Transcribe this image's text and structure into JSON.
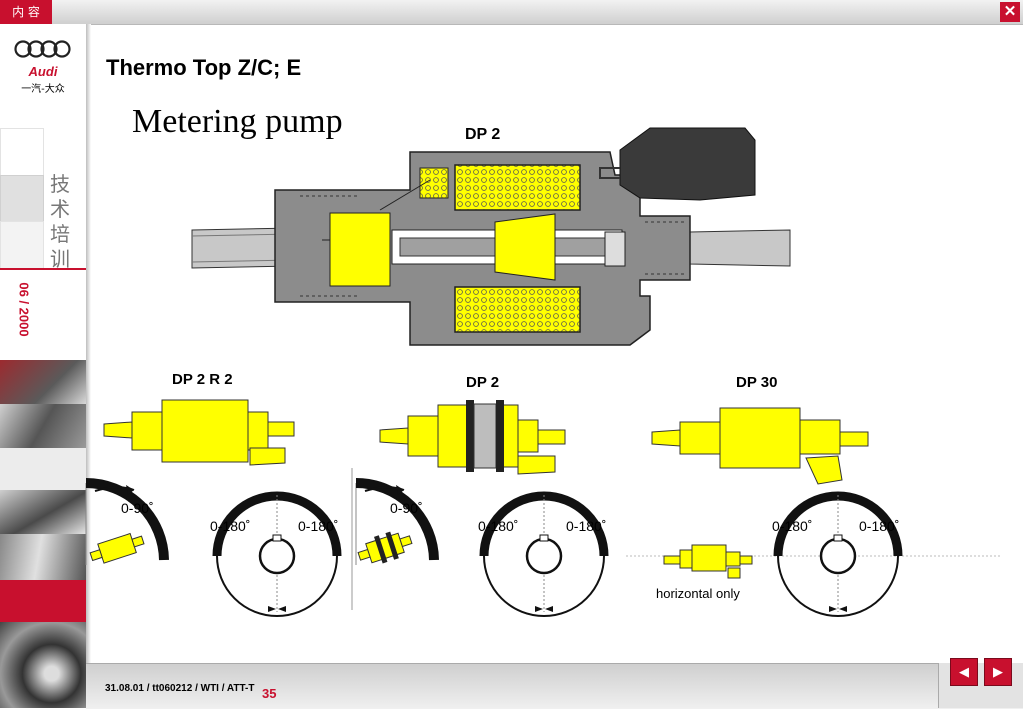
{
  "header": {
    "menu_label": "内 容",
    "close_label": "✕"
  },
  "sidebar": {
    "brand": "Audi",
    "brand_cn": "一汽-大众",
    "training": "技术培训",
    "date": "06 / 2000"
  },
  "main": {
    "title": "Thermo Top Z/C; E",
    "subtitle": "Metering pump",
    "main_label": "DP 2",
    "pumps": [
      {
        "label": "DP 2 R 2",
        "tilt": "0-90˚",
        "left_angle": "0-180˚",
        "right_angle": "0-180˚"
      },
      {
        "label": "DP 2",
        "tilt": "0-90˚",
        "left_angle": "0-180˚",
        "right_angle": "0-180˚"
      },
      {
        "label": "DP 30",
        "mount": "horizontal only",
        "left_angle": "0-180˚",
        "right_angle": "0-180˚"
      }
    ]
  },
  "footer": {
    "ref": "31.08.01 / tt060212 / WTI / ATT-T",
    "page": "35"
  },
  "nav": {
    "prev": "◀",
    "next": "▶"
  },
  "colors": {
    "accent": "#c8102e",
    "yellow": "#ffff00",
    "housing": "#8c8c8c"
  }
}
